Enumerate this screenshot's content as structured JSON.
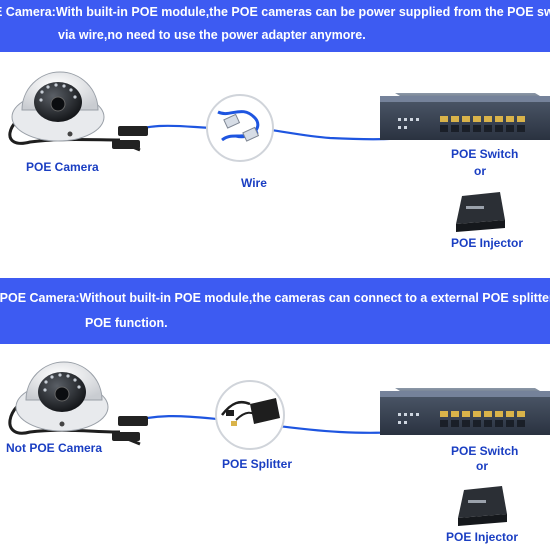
{
  "banner_top": {
    "line1": "E Camera:With built-in POE module,the POE cameras can be power supplied from the POE swit",
    "line2": "via wire,no need to use the power adapter anymore."
  },
  "banner_bottom": {
    "line1": "t POE Camera:Without built-in POE module,the cameras can connect to a external POE splitter t",
    "line2": "POE function."
  },
  "top_diagram": {
    "camera_label": "POE Camera",
    "wire_label": "Wire",
    "switch_label": "POE Switch",
    "or_label": "or",
    "injector_label": "POE Injector"
  },
  "bottom_diagram": {
    "camera_label": "Not POE Camera",
    "splitter_label": "POE Splitter",
    "switch_label": "POE Switch",
    "or_label": "or",
    "injector_label": "POE Injector"
  },
  "colors": {
    "banner": "#3d5bf2",
    "label_text": "#1a3ec2",
    "cable": "#1e55e0"
  }
}
